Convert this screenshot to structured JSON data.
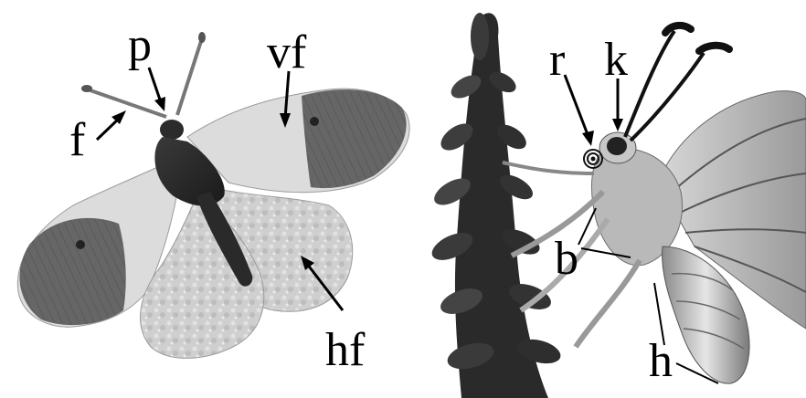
{
  "left_labels": {
    "antenna": "f",
    "head": "p",
    "forewing": "vf",
    "hindwing": "hf"
  },
  "right_labels": {
    "proboscis": "r",
    "eye": "k",
    "legs": "b",
    "abdomen": "h"
  },
  "colors": {
    "background": "#ffffff",
    "ink": "#000000",
    "wing_tip": "#6f6f6f",
    "wing_light": "#d9d9d9",
    "body_dark": "#2b2b2b"
  }
}
